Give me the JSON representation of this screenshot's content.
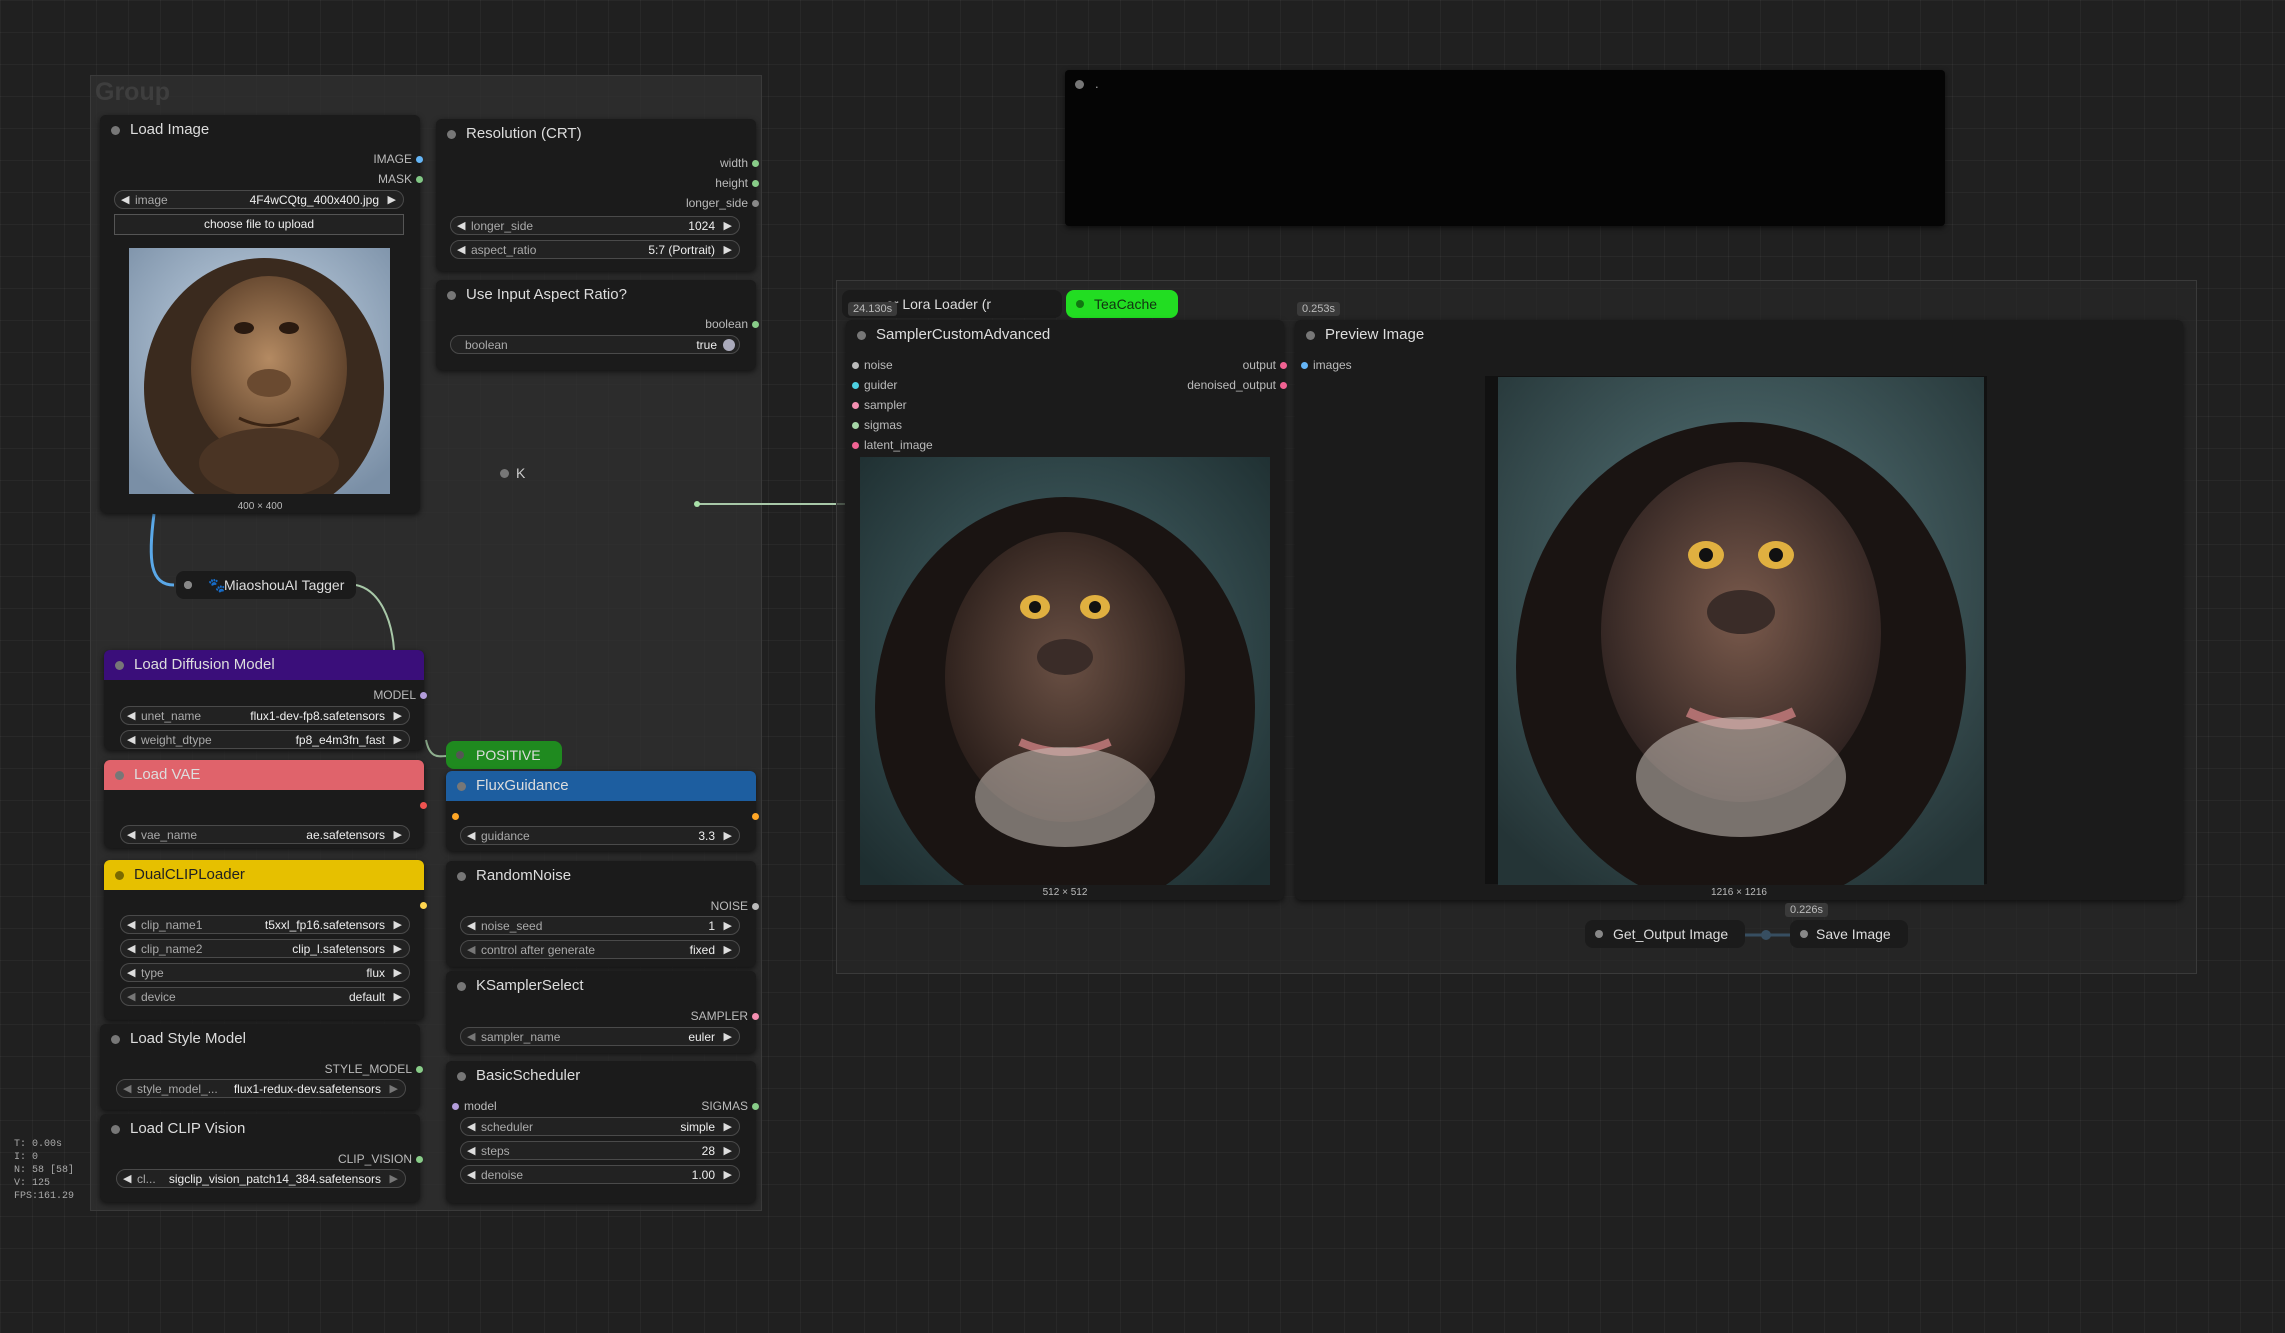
{
  "group": {
    "title": "Group"
  },
  "load_image": {
    "title": "Load Image",
    "out_image": "IMAGE",
    "out_mask": "MASK",
    "image_label": "image",
    "image_value": "4F4wCQtg_400x400.jpg",
    "upload_button": "choose file to upload",
    "caption": "400 × 400"
  },
  "resolution": {
    "title": "Resolution (CRT)",
    "out_width": "width",
    "out_height": "height",
    "out_longer": "longer_side",
    "longer_side_label": "longer_side",
    "longer_side_value": "1024",
    "aspect_label": "aspect_ratio",
    "aspect_value": "5:7 (Portrait)"
  },
  "use_aspect": {
    "title": "Use Input Aspect Ratio?",
    "out_boolean": "boolean",
    "bool_label": "boolean",
    "bool_value": "true"
  },
  "k_node": {
    "title": "K"
  },
  "tagger": {
    "title": "MiaoshouAI Tagger"
  },
  "load_diffusion": {
    "title": "Load Diffusion Model",
    "out_model": "MODEL",
    "unet_label": "unet_name",
    "unet_value": "flux1-dev-fp8.safetensors",
    "dtype_label": "weight_dtype",
    "dtype_value": "fp8_e4m3fn_fast"
  },
  "load_vae": {
    "title": "Load VAE",
    "vae_label": "vae_name",
    "vae_value": "ae.safetensors"
  },
  "dual_clip": {
    "title": "DualCLIPLoader",
    "clip1_label": "clip_name1",
    "clip1_value": "t5xxl_fp16.safetensors",
    "clip2_label": "clip_name2",
    "clip2_value": "clip_l.safetensors",
    "type_label": "type",
    "type_value": "flux",
    "device_label": "device",
    "device_value": "default"
  },
  "load_style": {
    "title": "Load Style Model",
    "out": "STYLE_MODEL",
    "label": "style_model_...",
    "value": "flux1-redux-dev.safetensors"
  },
  "load_clip_vision": {
    "title": "Load CLIP Vision",
    "out": "CLIP_VISION",
    "label": "cl...",
    "value": "sigclip_vision_patch14_384.safetensors"
  },
  "positive": {
    "title": "POSITIVE"
  },
  "flux_guidance": {
    "title": "FluxGuidance",
    "guidance_label": "guidance",
    "guidance_value": "3.3"
  },
  "random_noise": {
    "title": "RandomNoise",
    "out": "NOISE",
    "seed_label": "noise_seed",
    "seed_value": "1",
    "control_label": "control after generate",
    "control_value": "fixed"
  },
  "ksampler_select": {
    "title": "KSamplerSelect",
    "out": "SAMPLER",
    "sampler_label": "sampler_name",
    "sampler_value": "euler"
  },
  "basic_scheduler": {
    "title": "BasicScheduler",
    "in_model": "model",
    "out": "SIGMAS",
    "scheduler_label": "scheduler",
    "scheduler_value": "simple",
    "steps_label": "steps",
    "steps_value": "28",
    "denoise_label": "denoise",
    "denoise_value": "1.00"
  },
  "note_node": {
    "title": "."
  },
  "lora_loader": {
    "title": "er Lora Loader (r",
    "timing": "24.130s"
  },
  "teacache": {
    "title": "TeaCache"
  },
  "sampler_custom": {
    "title": "SamplerCustomAdvanced",
    "in_noise": "noise",
    "in_guider": "guider",
    "in_sampler": "sampler",
    "in_sigmas": "sigmas",
    "in_latent": "latent_image",
    "out_output": "output",
    "out_denoised": "denoised_output",
    "caption": "512 × 512"
  },
  "preview_image": {
    "title": "Preview Image",
    "in_images": "images",
    "timing": "0.253s",
    "caption": "1216 × 1216"
  },
  "get_output": {
    "title": "Get_Output Image"
  },
  "save_image": {
    "title": "Save Image",
    "timing": "0.226s"
  },
  "stats": {
    "t": "T: 0.00s",
    "i": "I: 0",
    "n": "N: 58 [58]",
    "v": "V: 125",
    "fps": "FPS:161.29"
  },
  "colors": {
    "diffusion": "#3a0e7a",
    "vae": "#e0636b",
    "dualclip": "#e6c000",
    "positive": "#1f8a1f",
    "flux": "#1d5ea0",
    "teacache": "#22dd22"
  }
}
